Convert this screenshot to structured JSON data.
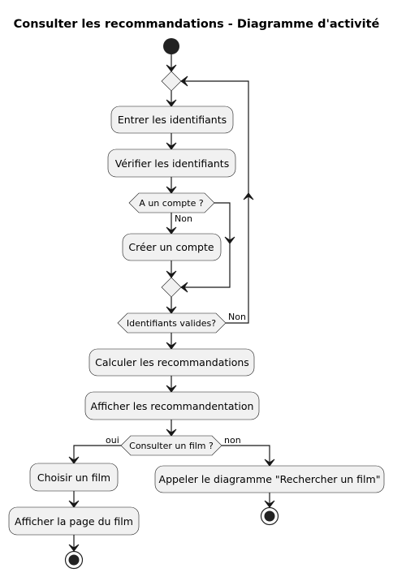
{
  "title": "Consulter les recommandations - Diagramme d'activité",
  "activities": {
    "enter_credentials": "Entrer les identifiants",
    "verify_credentials": "Vérifier les identifiants",
    "create_account": "Créer un compte",
    "compute_recommendations": "Calculer les recommandations",
    "display_recommendations": "Afficher les recommandentation",
    "choose_movie": "Choisir un film",
    "display_movie_page": "Afficher la page du film",
    "call_search_diagram": "Appeler le diagramme \"Rechercher un film\""
  },
  "decisions": {
    "has_account": "A un compte ?",
    "credentials_valid": "Identifiants valides?",
    "view_movie": "Consulter un film ?"
  },
  "guards": {
    "has_account_no": "Non",
    "credentials_invalid": "Non",
    "view_movie_yes": "oui",
    "view_movie_no": "non"
  },
  "colors": {
    "node_fill": "#f1f1f1",
    "stroke": "#181818",
    "background": "#ffffff"
  }
}
